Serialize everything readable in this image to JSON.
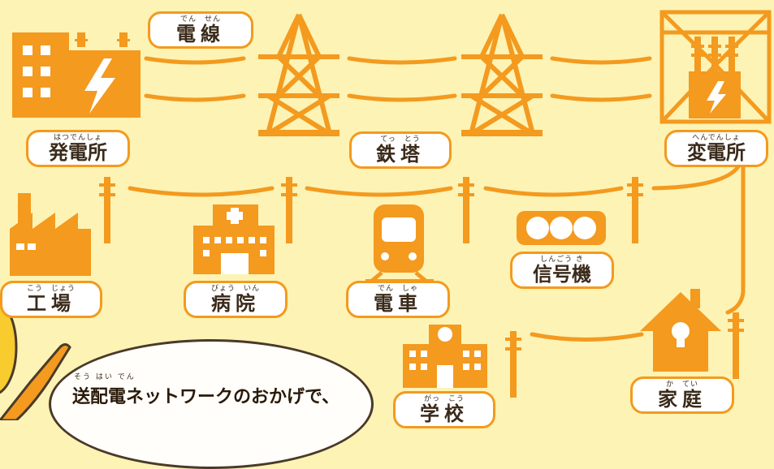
{
  "labels": {
    "densen": {
      "ruby": "でん　せん",
      "text": "電線"
    },
    "hatsudensho": {
      "ruby": "はつでんしょ",
      "text": "発電所"
    },
    "tetto": {
      "ruby": "てっ　とう",
      "text": "鉄塔"
    },
    "hendensho": {
      "ruby": "へんでんしょ",
      "text": "変電所"
    },
    "kojo": {
      "ruby": "こう　じょう",
      "text": "工場"
    },
    "byoin": {
      "ruby": "びょう　いん",
      "text": "病院"
    },
    "densha": {
      "ruby": "でん　しゃ",
      "text": "電車"
    },
    "shingoki": {
      "ruby": "しんごう き",
      "text": "信号機"
    },
    "gakko": {
      "ruby": "がっ　こう",
      "text": "学校"
    },
    "katei": {
      "ruby": "か　てい",
      "text": "家庭"
    }
  },
  "speech": {
    "ruby": "そう はい でん",
    "line1": "送配電ネットワークのおかげで、"
  },
  "colors": {
    "accent": "#f39a1f",
    "background": "#fdf3b4",
    "text": "#3a2a1a"
  }
}
